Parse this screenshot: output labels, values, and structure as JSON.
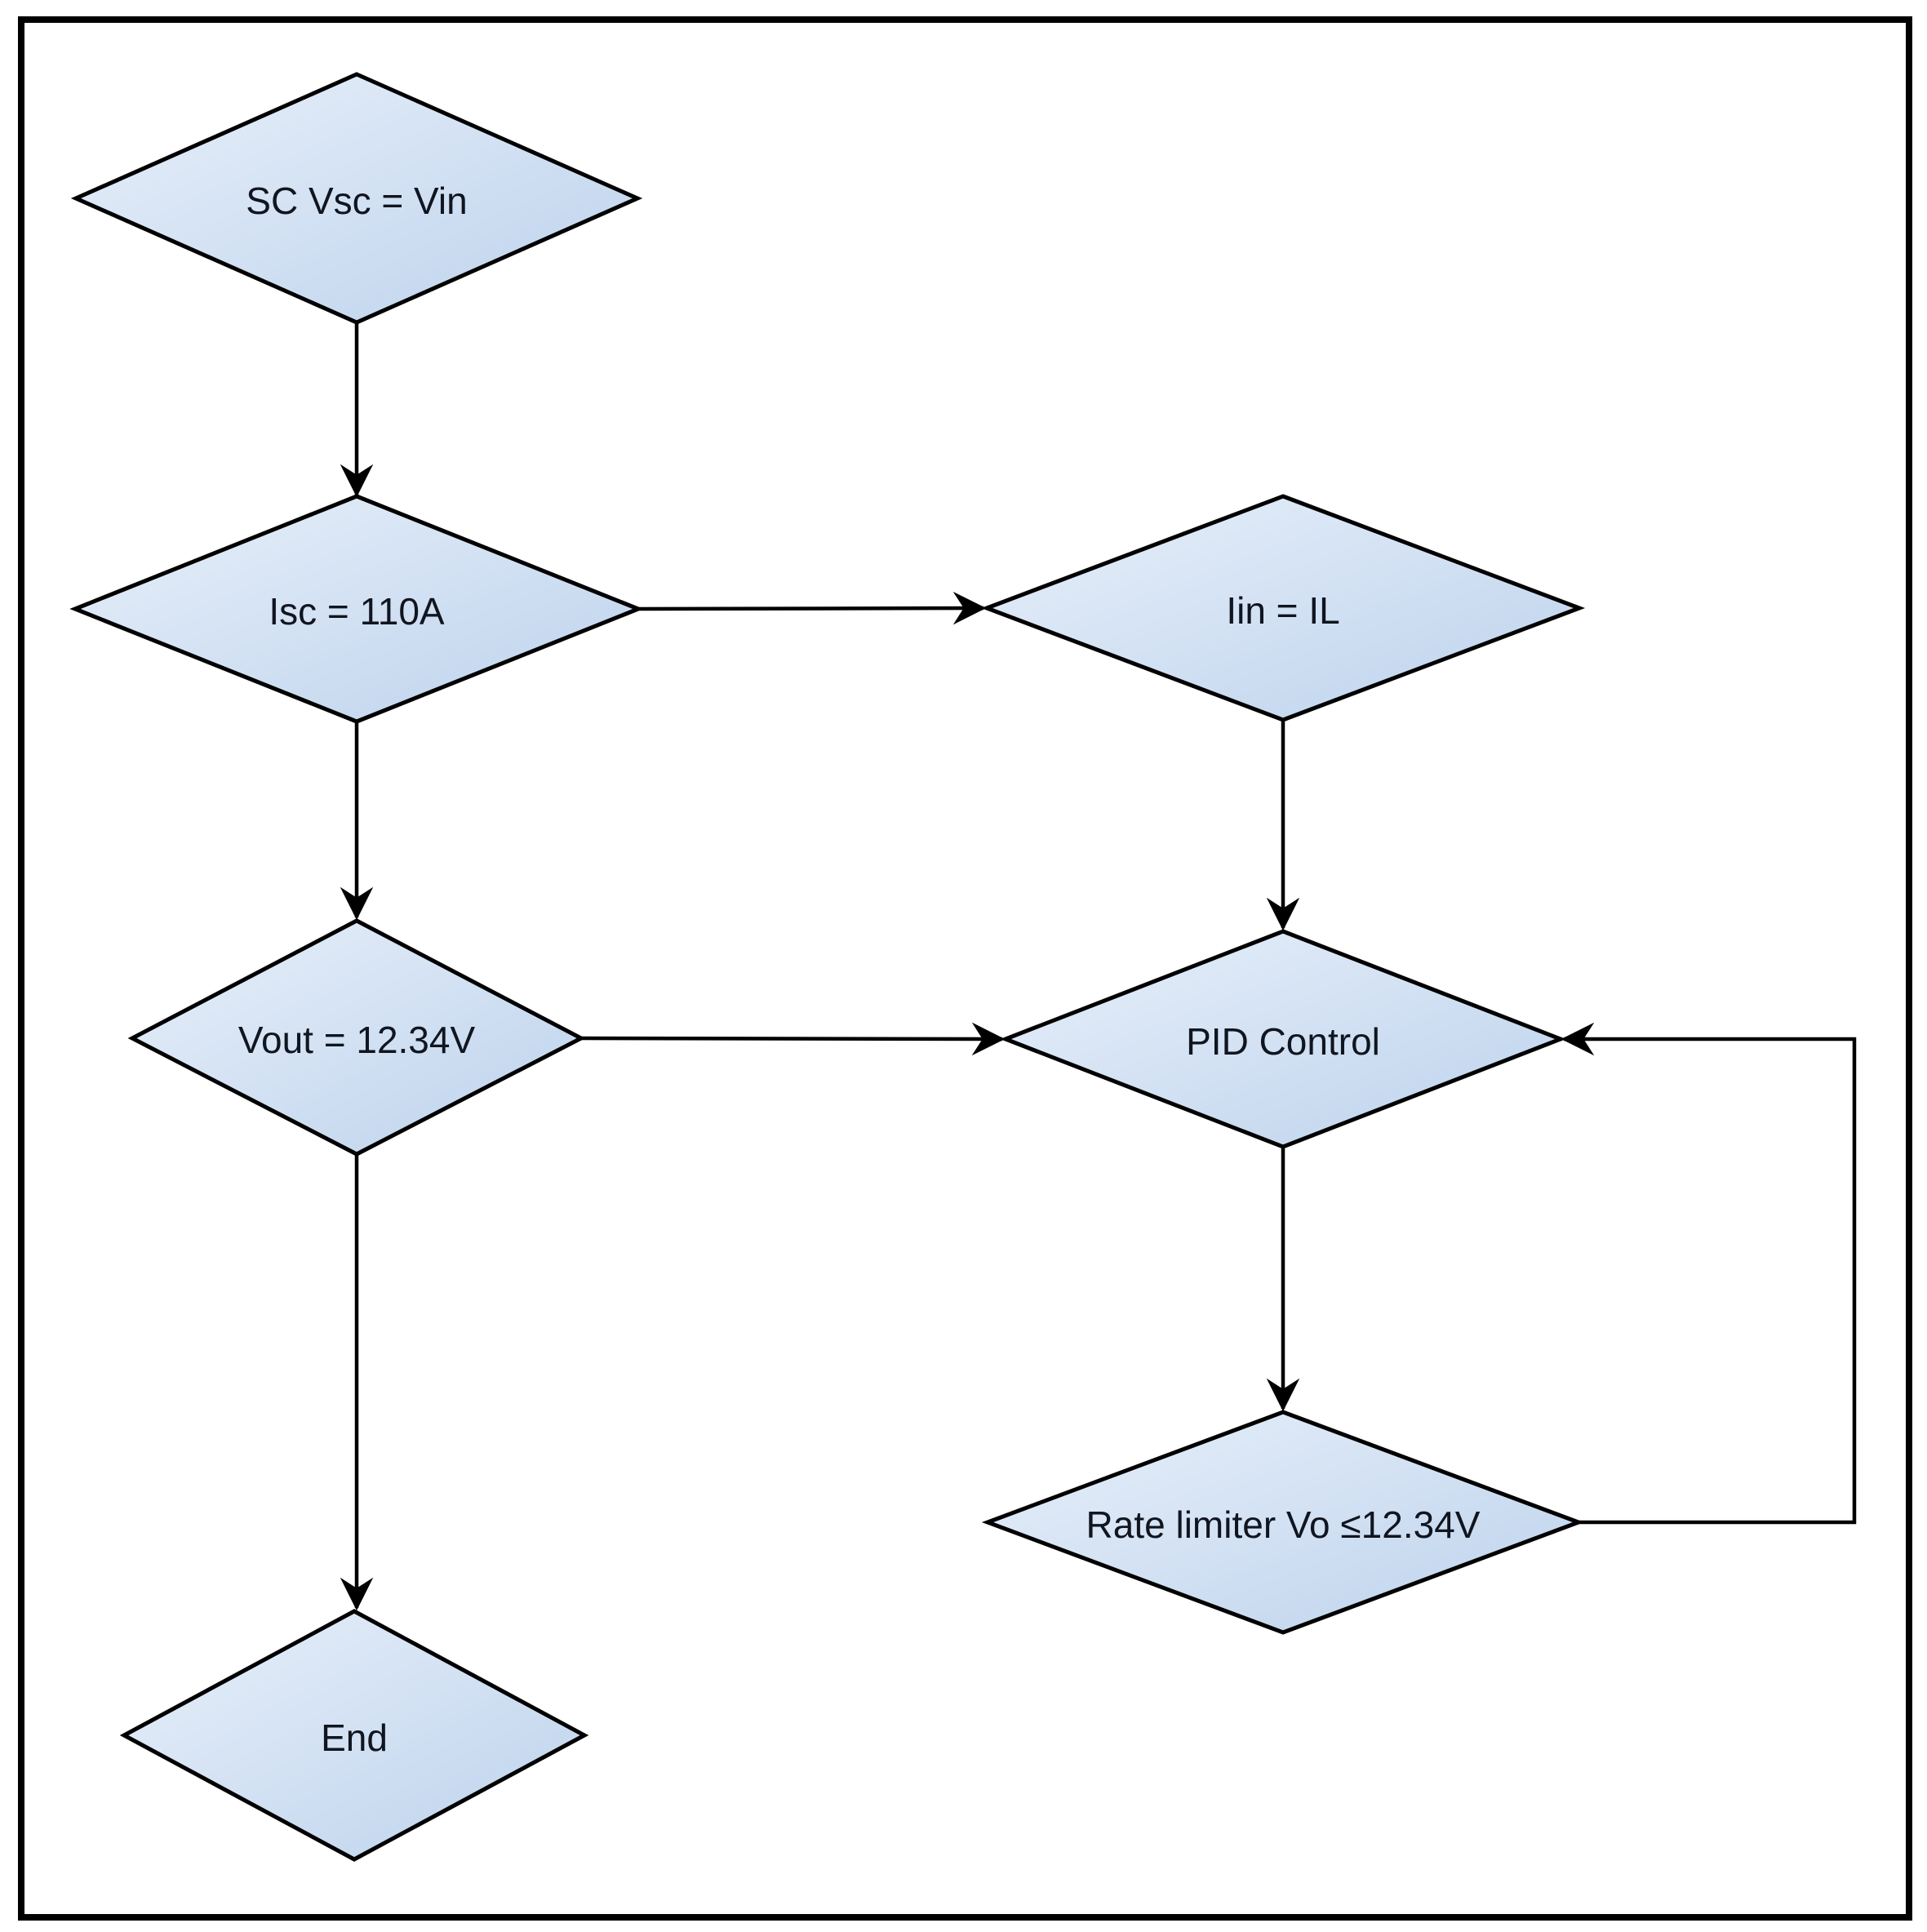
{
  "diagram": {
    "type": "flowchart",
    "background": "#ffffff",
    "theme": {
      "frame_border": "#000000",
      "node_fill_light": "#e9f0fa",
      "node_fill_dark": "#bcd2ec",
      "node_border": "#000000",
      "edge_color": "#000000",
      "text_color": "#10151f"
    },
    "nodes": [
      {
        "id": "start",
        "shape": "diamond",
        "label": "SC Vsc = Vin"
      },
      {
        "id": "isc",
        "shape": "diamond",
        "label": "Isc = 110A"
      },
      {
        "id": "iin",
        "shape": "diamond",
        "label": "Iin = IL"
      },
      {
        "id": "vout",
        "shape": "diamond",
        "label": "Vout = 12.34V"
      },
      {
        "id": "pid",
        "shape": "diamond",
        "label": "PID Control"
      },
      {
        "id": "rate_limiter",
        "shape": "diamond",
        "label": "Rate limiter Vo ≤12.34V"
      },
      {
        "id": "end",
        "shape": "diamond",
        "label": "End"
      }
    ],
    "edges": [
      {
        "from": "start",
        "to": "isc"
      },
      {
        "from": "isc",
        "to": "iin"
      },
      {
        "from": "isc",
        "to": "vout"
      },
      {
        "from": "iin",
        "to": "pid"
      },
      {
        "from": "vout",
        "to": "pid"
      },
      {
        "from": "pid",
        "to": "rate_limiter"
      },
      {
        "from": "vout",
        "to": "end"
      },
      {
        "from": "rate_limiter",
        "to": "pid"
      }
    ]
  }
}
